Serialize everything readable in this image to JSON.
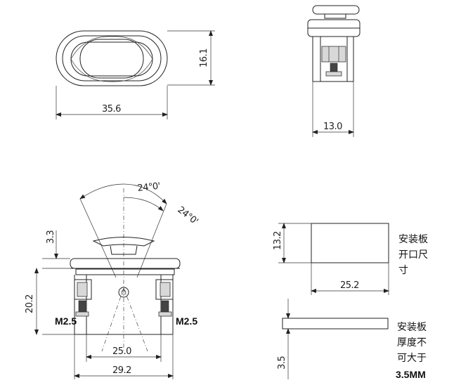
{
  "dims": {
    "width_top": "35.6",
    "height_top": "16.1",
    "side_width": "13.0",
    "angle_1": "24°0'",
    "angle_2": "24°0'",
    "dim_33": "3.3",
    "dim_202": "20.2",
    "dim_250": "25.0",
    "dim_292": "29.2",
    "cut_height": "13.2",
    "cut_width": "25.2",
    "panel_thick": "3.5"
  },
  "labels": {
    "screw_left": "M2.5",
    "screw_right": "M2.5",
    "cutout_note": [
      "安装板",
      "开口尺",
      "寸"
    ],
    "thickness_note": [
      "安装板",
      "厚度不",
      "可大于"
    ],
    "thickness_value": "3.5MM"
  }
}
